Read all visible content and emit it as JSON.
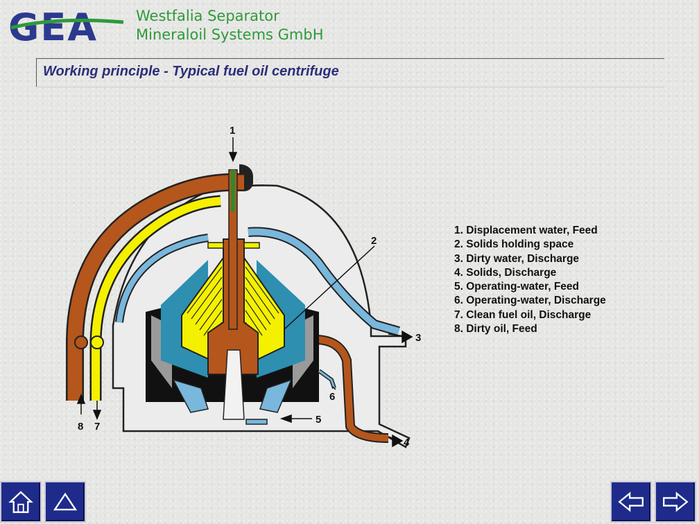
{
  "header": {
    "logo_text": "GEA",
    "company_line1": "Westfalia Separator",
    "company_line2": "Mineraloil Systems GmbH"
  },
  "page": {
    "title": "Working principle - Typical fuel oil centrifuge"
  },
  "diagram": {
    "labels": [
      "1",
      "2",
      "3",
      "4",
      "5",
      "6",
      "7",
      "8"
    ]
  },
  "legend": {
    "items": [
      "1. Displacement water, Feed",
      "2. Solids holding space",
      "3. Dirty water, Discharge",
      "4. Solids, Discharge",
      "5. Operating-water, Feed",
      "6. Operating-water, Discharge",
      "7. Clean fuel oil, Discharge",
      "8. Dirty oil, Feed"
    ]
  },
  "nav": {
    "home": "home-icon",
    "up": "up-arrow-icon",
    "back": "left-arrow-icon",
    "forward": "right-arrow-icon"
  },
  "colors": {
    "brand_green": "#2e9a3a",
    "logo_blue": "#2b3a8f",
    "title_blue": "#2b2f7a",
    "nav_blue": "#1e2b8a",
    "oil_brown": "#b5561c",
    "clean_oil_yellow": "#f4f000",
    "water_blue": "#79b7dc"
  }
}
